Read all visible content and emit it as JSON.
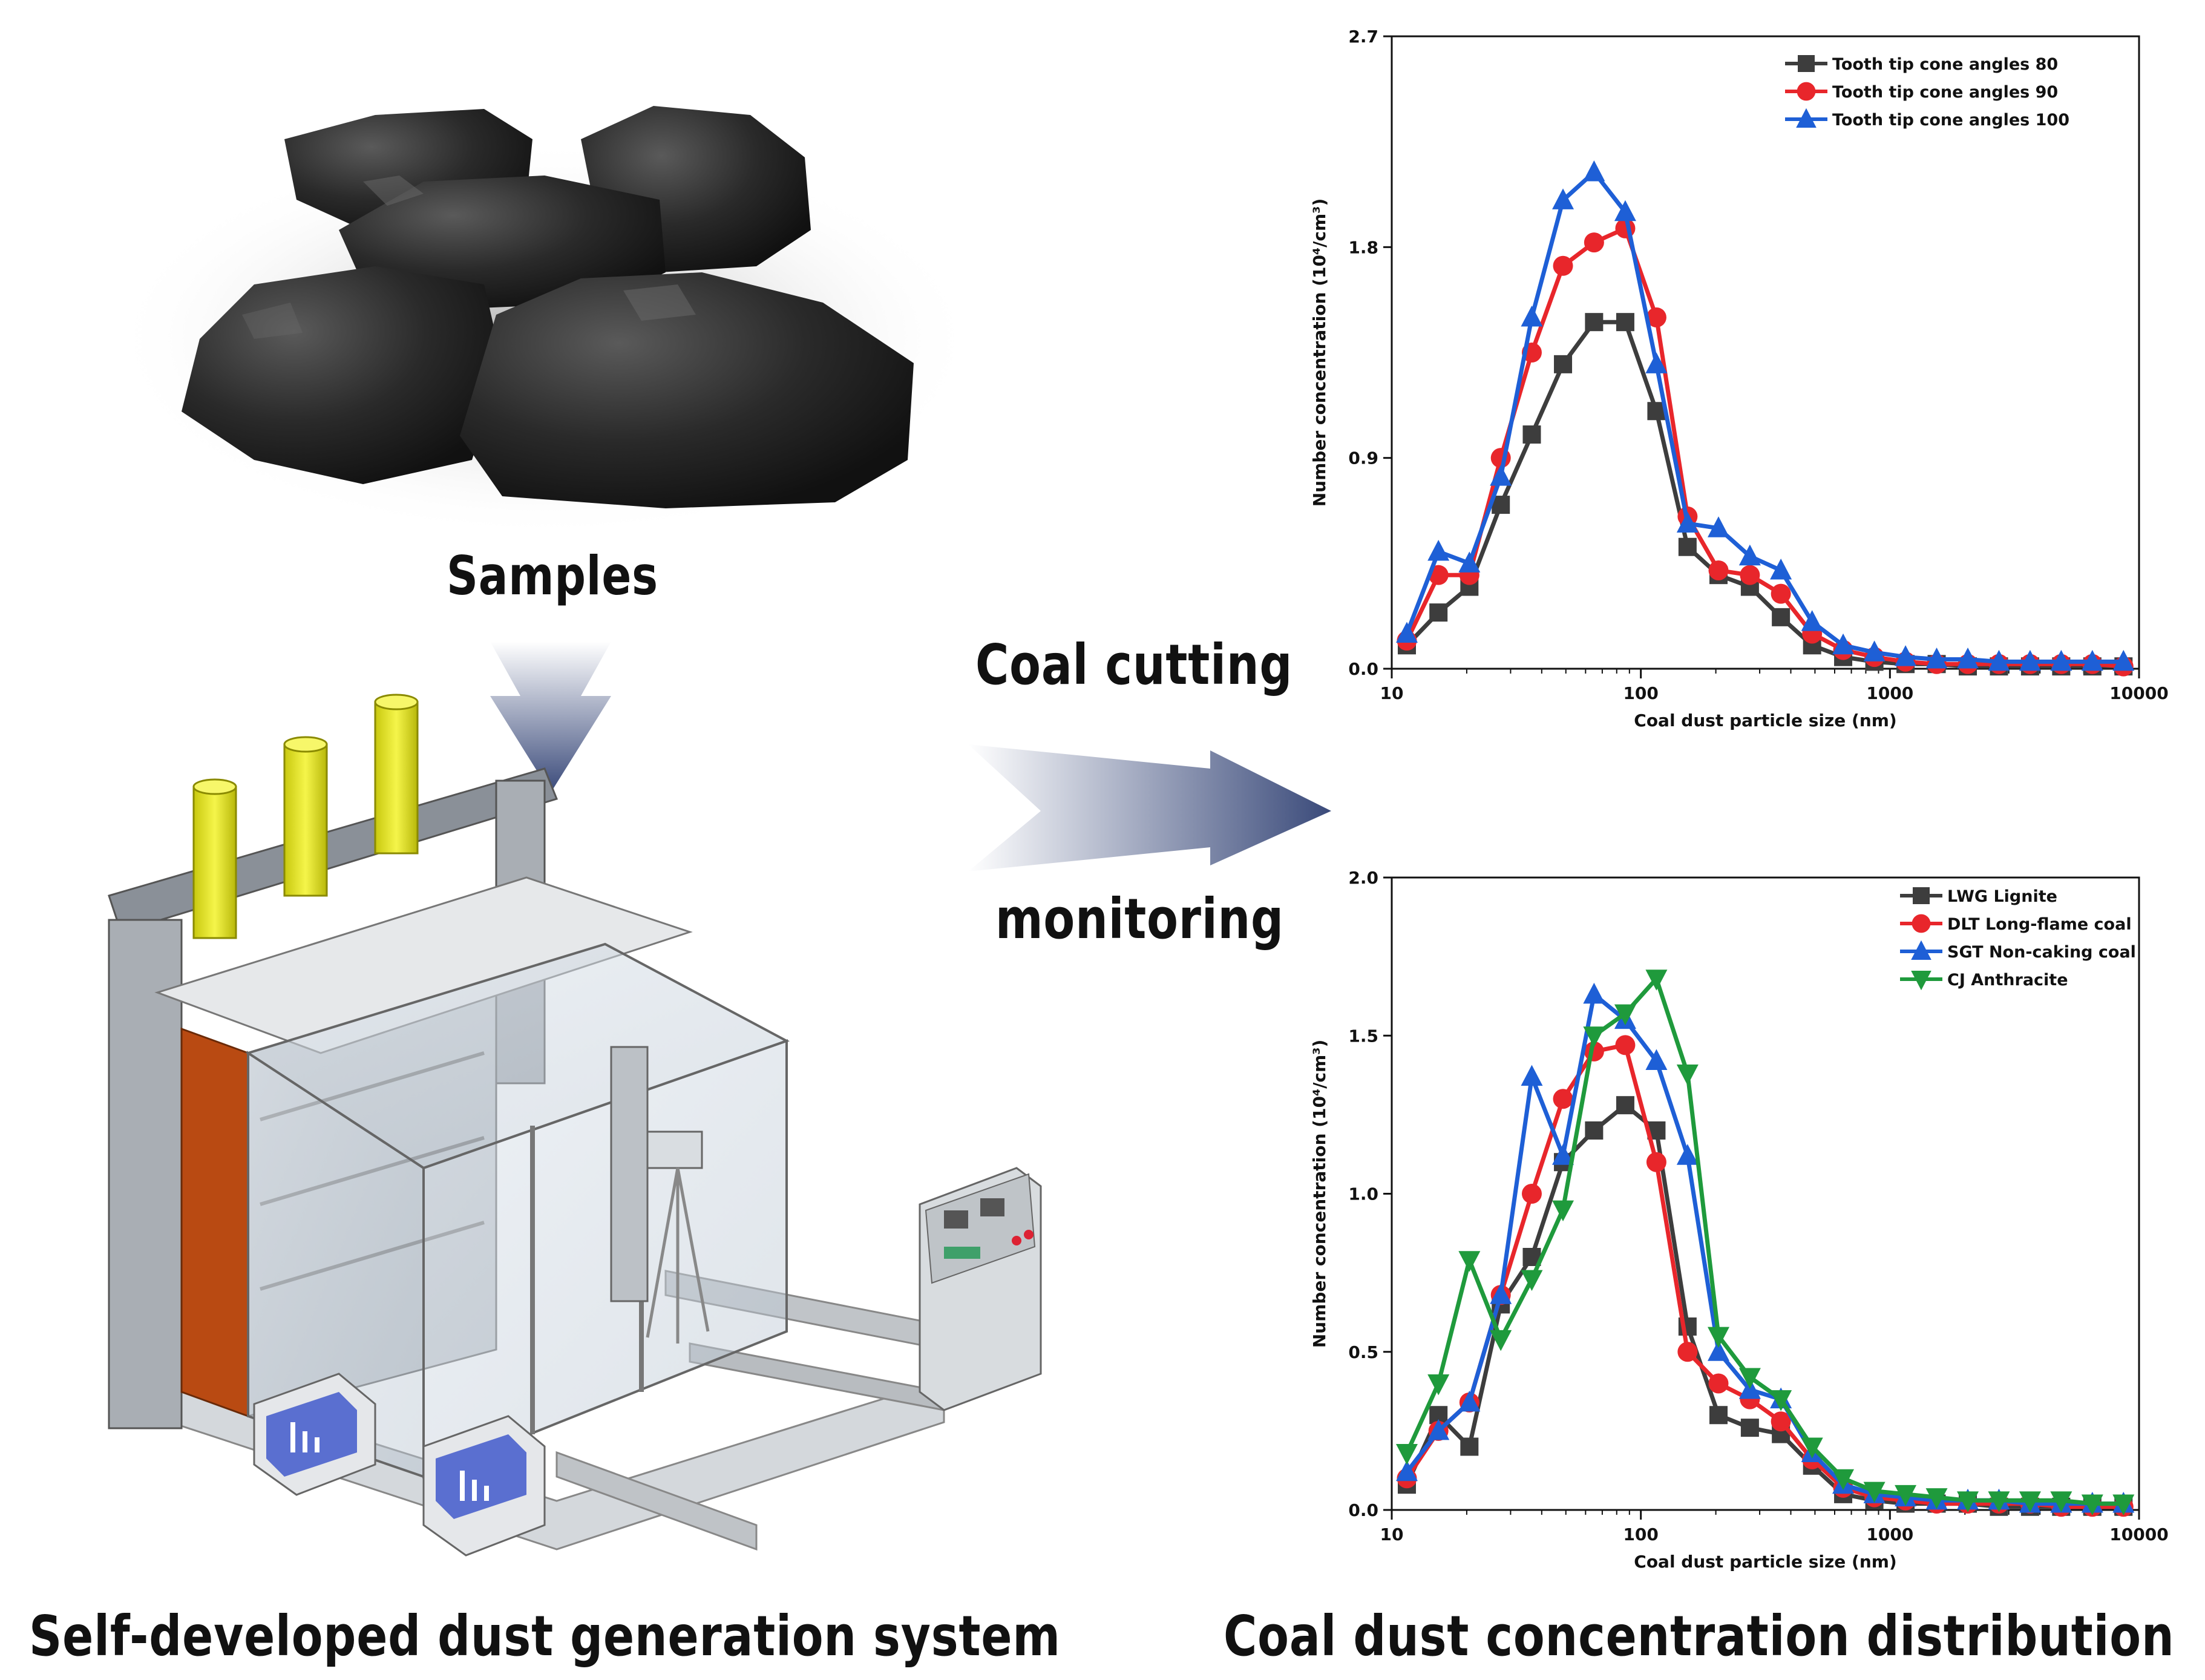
{
  "labels": {
    "samples": "Samples",
    "coal_cutting": "Coal  cutting",
    "monitoring": "monitoring",
    "system": "Self-developed  dust  generation  system",
    "distribution": "Coal  dust  concentration  distribution"
  },
  "colors": {
    "black_series": "#3d3d3d",
    "red_series": "#e8262b",
    "blue_series": "#1e5fd6",
    "green_series": "#1f9a3c",
    "arrow": "#3a4a7a",
    "machine_yellow": "#e6e61a",
    "machine_orange": "#b94a12"
  },
  "chart_data": [
    {
      "type": "line",
      "xscale": "log",
      "xlim": [
        10,
        10000
      ],
      "ylim": [
        0,
        2.7
      ],
      "xticks": [
        "10",
        "100",
        "1000",
        "10000"
      ],
      "yticks": [
        "0.0",
        "0.9",
        "1.8",
        "2.7"
      ],
      "xlabel": "Coal dust particle size (nm)",
      "ylabel": "Number concentration (10⁴/cm³)",
      "legend_position": "top-right",
      "x": [
        11.5,
        15.4,
        20.5,
        27.4,
        36.5,
        48.7,
        64.9,
        86.6,
        115.5,
        154,
        205,
        274,
        365,
        487,
        649,
        866,
        1155,
        1540,
        2054,
        2739,
        3652,
        4870,
        6494,
        8660
      ],
      "series": [
        {
          "name": "Tooth tip cone angles 80",
          "marker": "square",
          "color": "#3d3d3d",
          "values": [
            0.1,
            0.24,
            0.35,
            0.7,
            1.0,
            1.3,
            1.48,
            1.48,
            1.1,
            0.52,
            0.4,
            0.35,
            0.22,
            0.1,
            0.05,
            0.03,
            0.02,
            0.02,
            0.01,
            0.01,
            0.01,
            0.01,
            0.01,
            0.01
          ]
        },
        {
          "name": "Tooth tip cone angles 90",
          "marker": "circle",
          "color": "#e8262b",
          "values": [
            0.12,
            0.4,
            0.4,
            0.9,
            1.35,
            1.72,
            1.82,
            1.88,
            1.5,
            0.65,
            0.42,
            0.4,
            0.32,
            0.15,
            0.08,
            0.05,
            0.03,
            0.02,
            0.02,
            0.02,
            0.02,
            0.02,
            0.02,
            0.01
          ]
        },
        {
          "name": "Tooth tip cone angles 100",
          "marker": "triangle-up",
          "color": "#1e5fd6",
          "values": [
            0.15,
            0.5,
            0.45,
            0.82,
            1.5,
            2.0,
            2.12,
            1.95,
            1.3,
            0.62,
            0.6,
            0.48,
            0.42,
            0.2,
            0.1,
            0.07,
            0.05,
            0.04,
            0.04,
            0.03,
            0.03,
            0.03,
            0.03,
            0.03
          ]
        }
      ]
    },
    {
      "type": "line",
      "xscale": "log",
      "xlim": [
        10,
        10000
      ],
      "ylim": [
        0,
        2.0
      ],
      "xticks": [
        "10",
        "100",
        "1000",
        "10000"
      ],
      "yticks": [
        "0.0",
        "0.5",
        "1.0",
        "1.5",
        "2.0"
      ],
      "xlabel": "Coal dust particle size (nm)",
      "ylabel": "Number concentration (10⁴/cm³)",
      "legend_position": "top-right",
      "x": [
        11.5,
        15.4,
        20.5,
        27.4,
        36.5,
        48.7,
        64.9,
        86.6,
        115.5,
        154,
        205,
        274,
        365,
        487,
        649,
        866,
        1155,
        1540,
        2054,
        2739,
        3652,
        4870,
        6494,
        8660
      ],
      "series": [
        {
          "name": "LWG Lignite",
          "marker": "square",
          "color": "#3d3d3d",
          "values": [
            0.08,
            0.3,
            0.2,
            0.65,
            0.8,
            1.1,
            1.2,
            1.28,
            1.2,
            0.58,
            0.3,
            0.26,
            0.24,
            0.14,
            0.05,
            0.03,
            0.02,
            0.02,
            0.02,
            0.01,
            0.01,
            0.01,
            0.01,
            0.01
          ]
        },
        {
          "name": "DLT Long-flame coal",
          "marker": "circle",
          "color": "#e8262b",
          "values": [
            0.1,
            0.25,
            0.34,
            0.68,
            1.0,
            1.3,
            1.45,
            1.47,
            1.1,
            0.5,
            0.4,
            0.35,
            0.28,
            0.16,
            0.07,
            0.04,
            0.03,
            0.02,
            0.02,
            0.02,
            0.02,
            0.01,
            0.01,
            0.01
          ]
        },
        {
          "name": "SGT Non-caking coal",
          "marker": "triangle-up",
          "color": "#1e5fd6",
          "values": [
            0.12,
            0.25,
            0.34,
            0.68,
            1.37,
            1.12,
            1.63,
            1.55,
            1.42,
            1.12,
            0.5,
            0.38,
            0.35,
            0.18,
            0.08,
            0.05,
            0.04,
            0.03,
            0.03,
            0.03,
            0.02,
            0.02,
            0.02,
            0.02
          ]
        },
        {
          "name": "CJ Anthracite",
          "marker": "triangle-down",
          "color": "#1f9a3c",
          "values": [
            0.18,
            0.4,
            0.79,
            0.54,
            0.73,
            0.95,
            1.5,
            1.57,
            1.68,
            1.38,
            0.55,
            0.42,
            0.35,
            0.2,
            0.1,
            0.06,
            0.05,
            0.04,
            0.03,
            0.03,
            0.03,
            0.03,
            0.02,
            0.02
          ]
        }
      ]
    }
  ]
}
